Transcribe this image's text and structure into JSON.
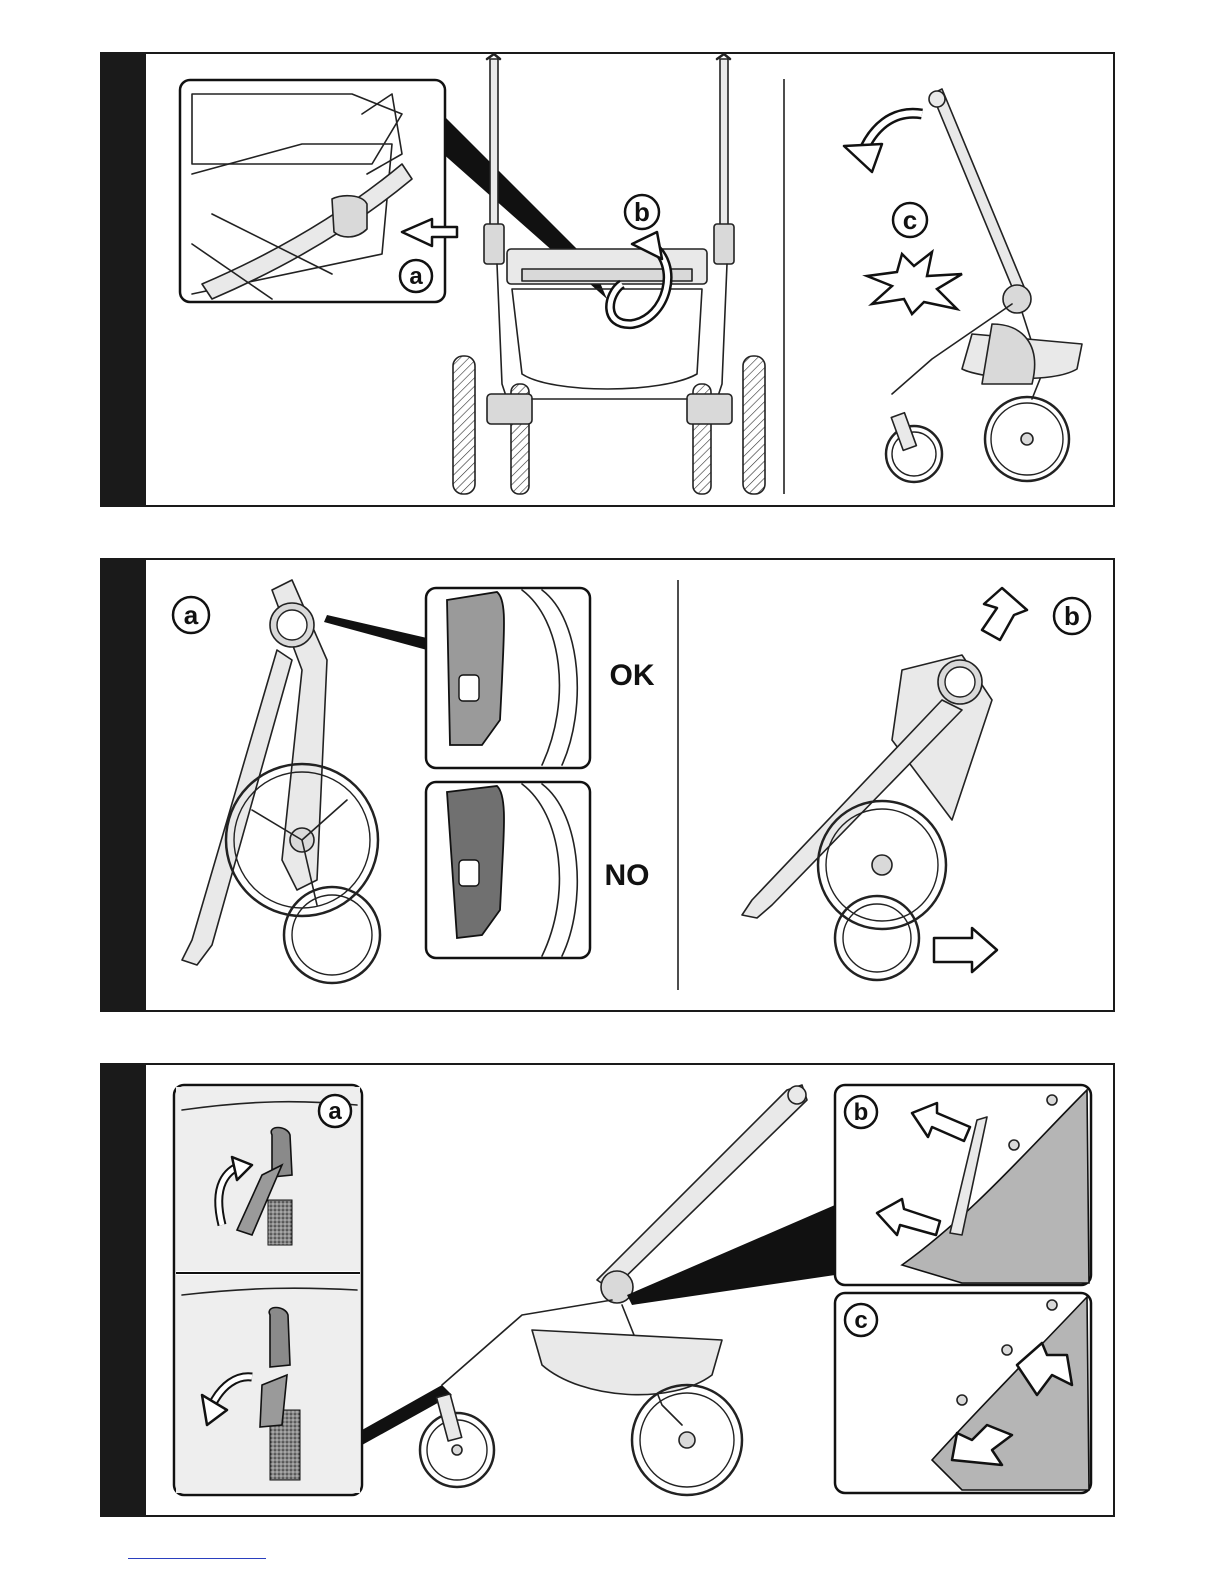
{
  "panel1": {
    "labels": {
      "a": "a",
      "b": "b",
      "c": "c"
    }
  },
  "panel2": {
    "labels": {
      "a": "a",
      "b": "b"
    },
    "status_ok": "OK",
    "status_no": "NO"
  },
  "panel3": {
    "labels": {
      "a": "a",
      "b": "b",
      "c": "c"
    }
  },
  "colors": {
    "frame": "#1a1a1a",
    "fill_gray": "#d9d9d9",
    "footer_link": "#2a3fbf"
  }
}
